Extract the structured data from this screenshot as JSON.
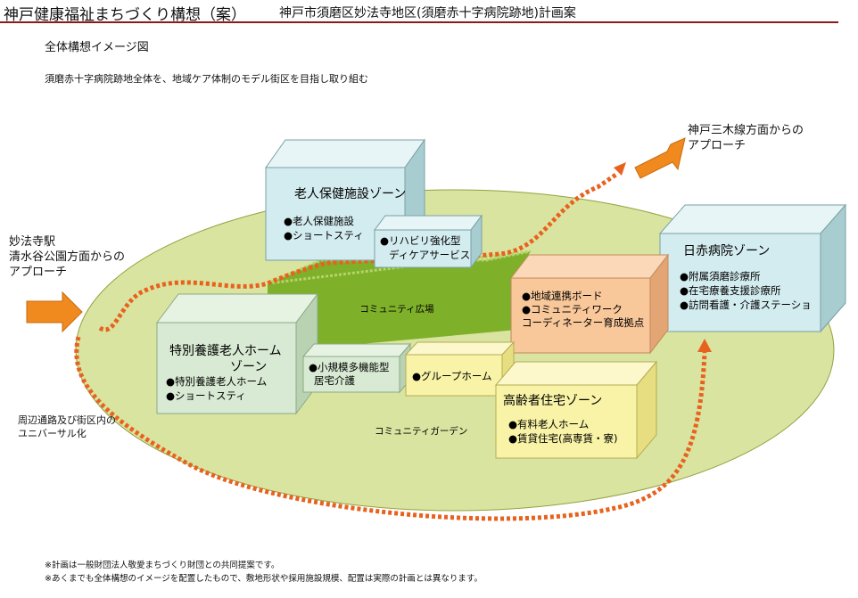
{
  "header": {
    "title": "神戸健康福祉まちづくり構想（案）",
    "subtitle": "神戸市須磨区妙法寺地区(須磨赤十字病院跡地)計画案"
  },
  "page": {
    "heading": "全体構想イメージ図",
    "lead": "須磨赤十字病院跡地全体を、地域ケア体制のモデル街区を目指し取り組む"
  },
  "approaches": {
    "west": [
      "妙法寺駅",
      "清水谷公園方面からの",
      "アプローチ"
    ],
    "east": [
      "神戸三木線方面からの",
      "アプローチ"
    ],
    "universal": [
      "周辺通路及び街区内の",
      "ユニバーサル化"
    ]
  },
  "zones": {
    "rojin": {
      "title": "老人保健施設ゾーン",
      "items": [
        "●老人保健施設",
        "●ショートスティ"
      ]
    },
    "rehab": {
      "items": [
        "●リハビリ強化型",
        "ディケアサービス"
      ]
    },
    "hospital": {
      "title": "日赤病院ゾーン",
      "items": [
        "●附属須磨診療所",
        "●在宅療養支援診療所",
        "●訪問看護・介護ステーショ"
      ]
    },
    "community_center": {
      "items": [
        "●地域連携ボード",
        "●コミュニティワーク",
        "コーディネーター育成拠点"
      ]
    },
    "tokuyo": {
      "title": [
        "特別養護老人ホーム",
        "ゾーン"
      ],
      "items": [
        "●特別養護老人ホーム",
        "●ショートスティ"
      ]
    },
    "shokibo": {
      "items": [
        "●小規模多機能型",
        "居宅介護"
      ]
    },
    "group": {
      "items": [
        "●グループホーム"
      ]
    },
    "koreisha": {
      "title": "高齢者住宅ゾーン",
      "items": [
        "●有料老人ホーム",
        "●賃貸住宅(高専賃・寮)"
      ]
    }
  },
  "areas": {
    "plaza": "コミュニティ広場",
    "garden": "コミュニティガーデン"
  },
  "notes": [
    "※計画は一般財団法人敬愛まちづくり財団との共同提案です。",
    "※あくまでも全体構想のイメージを配置したもので、敷地形状や採用施設規模、配置は実際の計画とは異なります。"
  ],
  "colors": {
    "header_rule": "#8b1a1a",
    "garden": "#d9e4a0",
    "plaza": "#8cb82a",
    "blue_box": "#d3ecef",
    "green_box": "#d8ead3",
    "salmon_box": "#f8c79a",
    "yellow_box": "#f8f3a6",
    "route": "#e8621f",
    "arrow": "#f08a1e"
  }
}
